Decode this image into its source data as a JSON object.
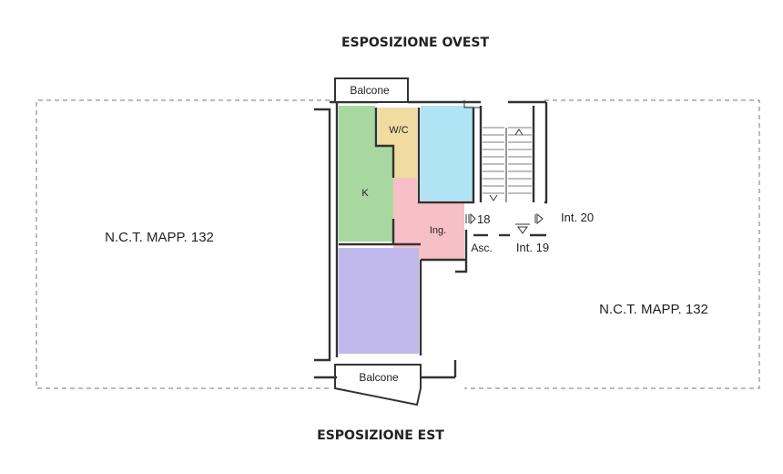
{
  "headings": {
    "top": "ESPOSIZIONE OVEST",
    "bottom": "ESPOSIZIONE EST"
  },
  "parcels": {
    "left": "N.C.T. MAPP. 132",
    "right": "N.C.T. MAPP. 132"
  },
  "rooms": {
    "wc": "W/C",
    "kitchen": "K",
    "entrance": "Ing.",
    "lift": "Asc."
  },
  "balconies": {
    "top": "Balcone",
    "bottom": "Balcone"
  },
  "units": {
    "int18": "18",
    "int19": "Int. 19",
    "int20": "Int. 20"
  },
  "colors": {
    "kitchen": "#a8d8a0",
    "wc": "#f0dca0",
    "blue_room": "#b0e4f4",
    "entrance": "#f6c0c6",
    "purple_room": "#c0b8ec"
  }
}
